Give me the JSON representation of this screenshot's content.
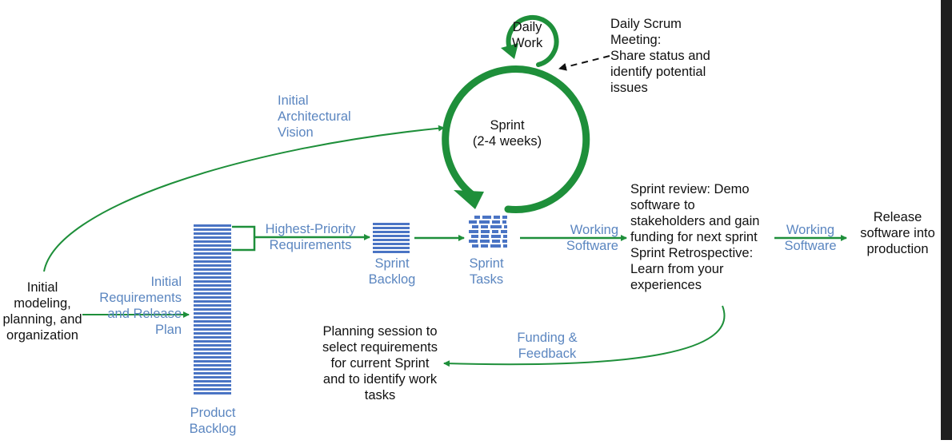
{
  "labels": {
    "daily_work": "Daily\nWork",
    "daily_scrum": "Daily Scrum\nMeeting:\nShare status and\nidentify potential\nissues",
    "architectural_vision": "Initial\nArchitectural\nVision",
    "sprint": "Sprint\n(2-4 weeks)",
    "sprint_review": "Sprint review: Demo\nsoftware to\nstakeholders and gain\nfunding for next sprint\nSprint Retrospective:\nLearn from your\nexperiences",
    "release": "Release\nsoftware into\nproduction",
    "highest_priority": "Highest-Priority\nRequirements",
    "working_software_1": "Working\nSoftware",
    "working_software_2": "Working\nSoftware",
    "sprint_backlog": "Sprint\nBacklog",
    "sprint_tasks": "Sprint\nTasks",
    "initial_modeling": "Initial\nmodeling,\nplanning, and\norganization",
    "initial_requirements": "Initial\nRequirements\nand Release\nPlan",
    "planning_session": "Planning session to\nselect requirements\nfor current Sprint\nand to identify work\ntasks",
    "funding_feedback": "Funding &\nFeedback",
    "product_backlog": "Product\nBacklog"
  },
  "colors": {
    "arrow_green": "#1e8f3a",
    "backlog_blue": "#4a74c4",
    "label_blue": "#5b86c0",
    "text_black": "#111111"
  }
}
